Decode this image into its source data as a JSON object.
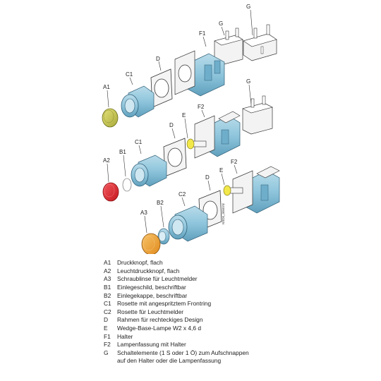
{
  "labels": {
    "G_top": "G",
    "F1": "F1",
    "D_row1": "D",
    "C1_row1": "C1",
    "A1": "A1",
    "G_mid": "G",
    "E_row2": "E",
    "F2_row2": "F2",
    "D_row2": "D",
    "C1_row2": "C1",
    "B1": "B1",
    "A2": "A2",
    "F2_row3": "F2",
    "E_row3": "E",
    "D_row3": "D",
    "C2": "C2",
    "B2": "B2",
    "A3": "A3"
  },
  "vertical_code": "NSD0_00507d",
  "legend": [
    {
      "code": "A1",
      "text": "Druckknopf, flach"
    },
    {
      "code": "A2",
      "text": "Leuchtdruckknopf, flach"
    },
    {
      "code": "A3",
      "text": "Schraublinse für Leuchtmelder"
    },
    {
      "code": "B1",
      "text": "Einlegeschild, beschriftbar"
    },
    {
      "code": "B2",
      "text": "Einlegekappe, beschriftbar"
    },
    {
      "code": "C1",
      "text": "Rosette mit angespritztem Frontring"
    },
    {
      "code": "C2",
      "text": "Rosette für Leuchtmelder"
    },
    {
      "code": "D",
      "text": "Rahmen für rechteckiges Design"
    },
    {
      "code": "E",
      "text": "Wedge-Base-Lampe W2 x 4,6 d"
    },
    {
      "code": "F1",
      "text": "Halter"
    },
    {
      "code": "F2",
      "text": "Lampenfassung mit Halter"
    },
    {
      "code": "G",
      "text": "Schaltelemente (1 S oder 1 Ö) zum Aufschnappen"
    },
    {
      "code": "",
      "text": "auf den Halter oder die Lampenfassung"
    }
  ],
  "colors": {
    "component_blue": "#8ec5dc",
    "component_dark": "#4f8fad",
    "frame_grey": "#f1f1f1",
    "button_green_yellow": "#c4c54b",
    "button_red": "#e0232b",
    "lens_orange": "#f2a136",
    "lamp_yellow": "#f2e84a"
  }
}
